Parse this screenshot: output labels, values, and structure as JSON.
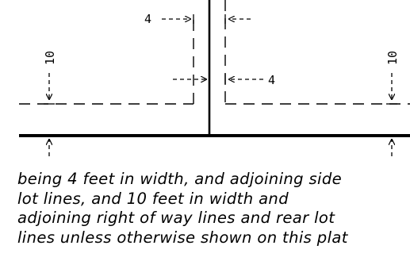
{
  "colors": {
    "ink": "#000000",
    "background": "#ffffff"
  },
  "diagram": {
    "labels": {
      "side_top_width": "4",
      "side_bottom_width": "4",
      "left_setback": "10",
      "right_setback": "10"
    }
  },
  "note": {
    "lines": [
      "being 4 feet in width, and adjoining side",
      "lot lines, and 10 feet in width and",
      "adjoining right of way lines and rear lot",
      "lines unless otherwise shown on this plat"
    ]
  }
}
